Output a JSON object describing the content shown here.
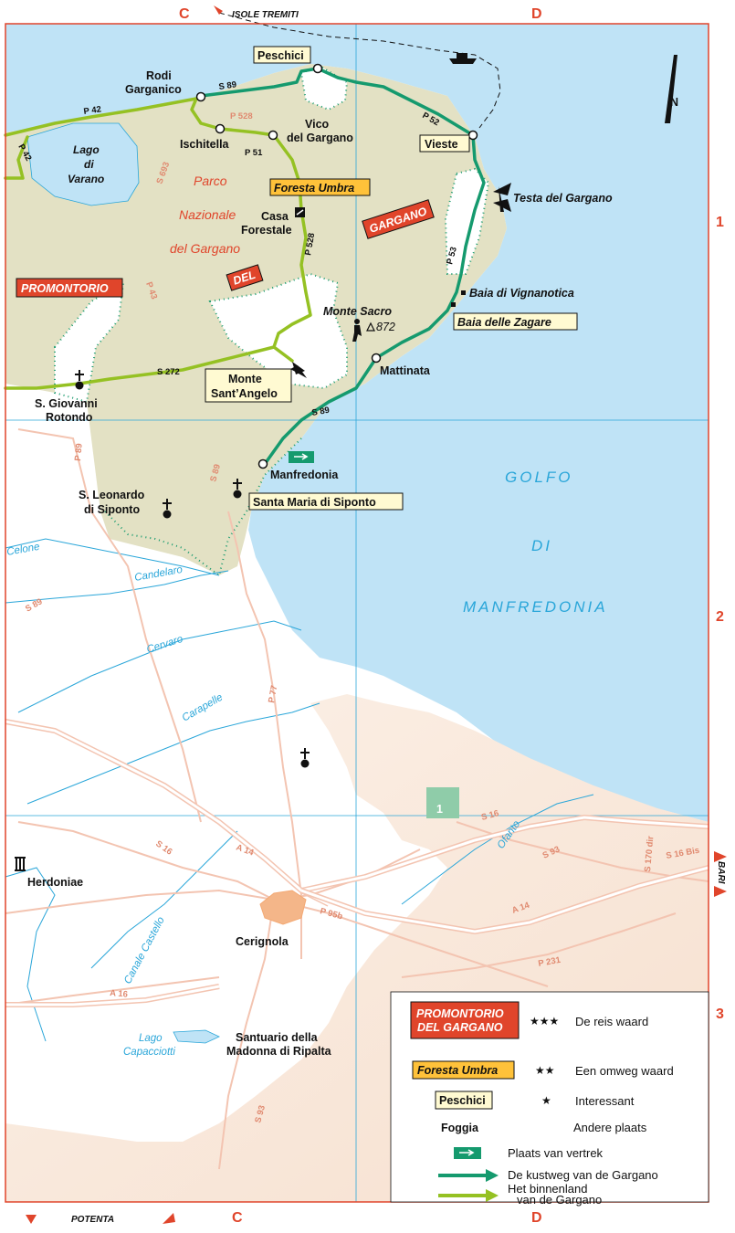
{
  "grid": {
    "columns": [
      "C",
      "D"
    ],
    "rows": [
      "1",
      "2",
      "3"
    ]
  },
  "edge_labels": {
    "top": "ISOLE TREMITI",
    "bottom": "POTENTA",
    "right": "BARI"
  },
  "compass": "N",
  "sea": {
    "line1": "GOLFO",
    "line2": "DI",
    "line3": "MANFREDONIA"
  },
  "lake": {
    "line1": "Lago",
    "line2": "di",
    "line3": "Varano"
  },
  "lake2": {
    "line1": "Lago",
    "line2": "Capacciotti"
  },
  "park": {
    "line1": "Parco",
    "line2": "Nazionale",
    "line3": "del Gargano"
  },
  "promontorio_words": [
    "PROMONTORIO",
    "DEL",
    "GARGANO"
  ],
  "places": {
    "rodi_1": "Rodi",
    "rodi_2": "Garganico",
    "peschici": "Peschici",
    "vico_1": "Vico",
    "vico_2": "del Gargano",
    "ischitella": "Ischitella",
    "vieste": "Vieste",
    "testa": "Testa del Gargano",
    "foresta": "Foresta Umbra",
    "casa_1": "Casa",
    "casa_2": "Forestale",
    "baia_vign": "Baia di Vignanotica",
    "baia_zag": "Baia delle Zagare",
    "monte_sacro": "Monte Sacro",
    "monte_sacro_alt": "872",
    "mattinata": "Mattinata",
    "sant_angelo_1": "Monte",
    "sant_angelo_2": "Sant’Angelo",
    "giovanni_1": "S. Giovanni",
    "giovanni_2": "Rotondo",
    "manfredonia": "Manfredonia",
    "leonardo_1": "S. Leonardo",
    "leonardo_2": "di Siponto",
    "santa_maria": "Santa Maria di Siponto",
    "herdoniae": "Herdoniae",
    "cerignola": "Cerignola",
    "santuario_1": "Santuario della",
    "santuario_2": "Madonna di Ripalta"
  },
  "roads": {
    "p42a": "P 42",
    "p42b": "P 42",
    "s89a": "S 89",
    "p528a": "P 528",
    "p51": "P 51",
    "p52": "P 52",
    "s693": "S 693",
    "p528b": "P 528",
    "p53": "P 53",
    "p43": "P 43",
    "s272": "S 272",
    "s89b": "S 89",
    "s89c": "S 89",
    "p89": "P 89",
    "s89d": "S 89",
    "p77": "P 77",
    "a14a": "A 14",
    "s16a": "S 16",
    "s16b": "S 16",
    "s93a": "S 93",
    "a14b": "A 14",
    "p95b": "P 95b",
    "p231": "P 231",
    "s16bis": "S 16 Bis",
    "s170": "S 170 dir",
    "a16": "A 16",
    "s93b": "S 93"
  },
  "rivers": {
    "celone": "Celone",
    "candelaro": "Candelaro",
    "cervaro": "Cervaro",
    "carapelle": "Carapelle",
    "ofanto": "Ofanto",
    "canale": "Canale Castello"
  },
  "route_marker": "1",
  "legend": {
    "badge1_line1": "PROMONTORIO",
    "badge1_line2": "DEL GARGANO",
    "stars1": "★★★",
    "text1": "De reis waard",
    "badge2": "Foresta Umbra",
    "stars2": "★★",
    "text2": "Een omweg waard",
    "badge3": "Peschici",
    "stars3": "★",
    "text3": "Interessant",
    "badge4": "Foggia",
    "text4": "Andere plaats",
    "start": "Plaats van vertrek",
    "coast": "De kustweg van de Gargano",
    "inland_1": "Het binnenland",
    "inland_2": "van de Gargano"
  },
  "colors": {
    "sea": "#bfe3f6",
    "land_green": "#e3e1c4",
    "plain": "#f9e9dd",
    "coast_route": "#159a6e",
    "inland_route": "#95c123",
    "accent": "#e0452b",
    "river": "#2aa6d9"
  }
}
